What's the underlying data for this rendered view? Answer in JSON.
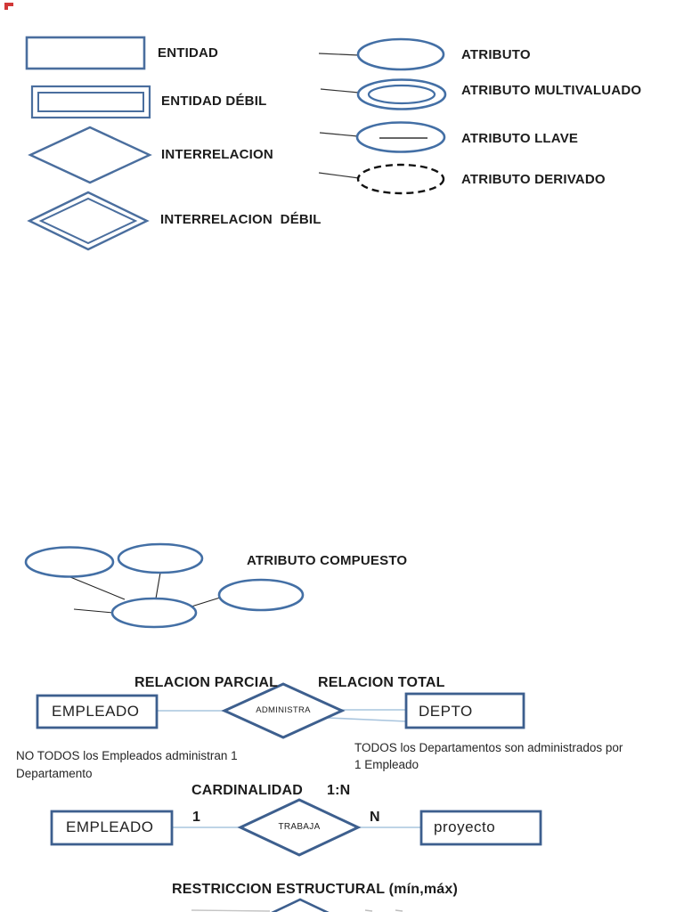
{
  "colors": {
    "shape_blue": "#4a6e9e",
    "ellipse_blue": "#436fa5",
    "entity_blue": "#3d5f8e",
    "connector_light_blue": "#a9c5de",
    "leader_gray": "#333333",
    "dashed_black": "#111111",
    "marker_red": "#cc0000"
  },
  "legend": {
    "entidad": "ENTIDAD",
    "entidad_debil": "ENTIDAD DÉBIL",
    "interrelacion": "INTERRELACION",
    "interrelacion_debil": "INTERRELACION  DÉBIL",
    "atributo": "ATRIBUTO",
    "atributo_multivaluado": "ATRIBUTO MULTIVALUADO",
    "atributo_llave": "ATRIBUTO LLAVE",
    "atributo_derivado": "ATRIBUTO DERIVADO",
    "atributo_compuesto": "ATRIBUTO COMPUESTO"
  },
  "relacion": {
    "heading_parcial": "RELACION PARCIAL",
    "heading_total": "RELACION TOTAL",
    "entity_left": "EMPLEADO",
    "diamond": "ADMINISTRA",
    "entity_right": "DEPTO",
    "note_left_line1": "NO TODOS los Empleados administran 1",
    "note_left_line2": "Departamento",
    "note_right_line1": "TODOS los Departamentos son administrados por",
    "note_right_line2": "1 Empleado"
  },
  "cardinalidad": {
    "heading": "CARDINALIDAD",
    "ratio": "1:N",
    "entity_left": "EMPLEADO",
    "card_left": "1",
    "diamond": "TRABAJA",
    "card_right": "N",
    "entity_right": "proyecto"
  },
  "restriccion": {
    "heading": "RESTRICCION ESTRUCTURAL (mín,máx)"
  }
}
